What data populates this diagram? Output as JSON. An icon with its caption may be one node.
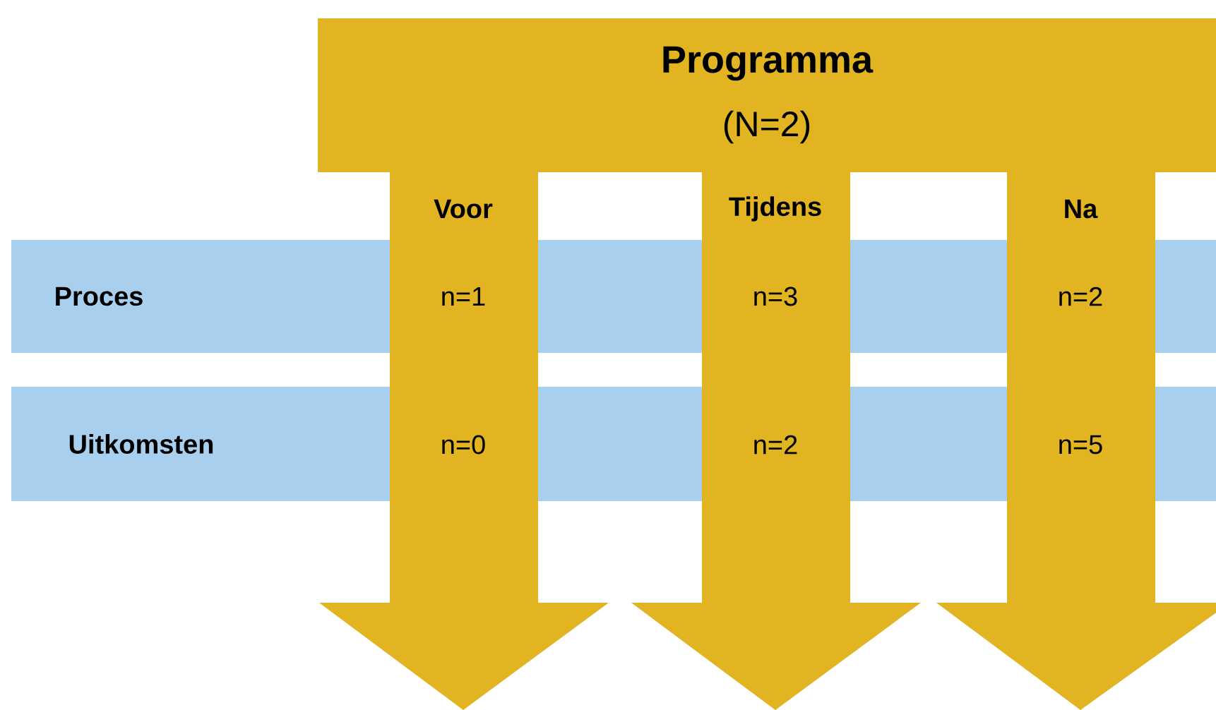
{
  "diagram": {
    "nodes": [
      {
        "text": [
          "Programma",
          "(N=2)"
        ]
      },
      {
        "text": [
          "Voor"
        ]
      },
      {
        "text": [
          "Tijdens"
        ]
      },
      {
        "text": [
          "Na"
        ]
      },
      {
        "text": [
          "Proces"
        ]
      },
      {
        "text": [
          "Uitkomsten"
        ]
      }
    ],
    "labels": [
      "n=1",
      "n=3",
      "n=2",
      "n=0",
      "n=2",
      "n=5"
    ]
  }
}
